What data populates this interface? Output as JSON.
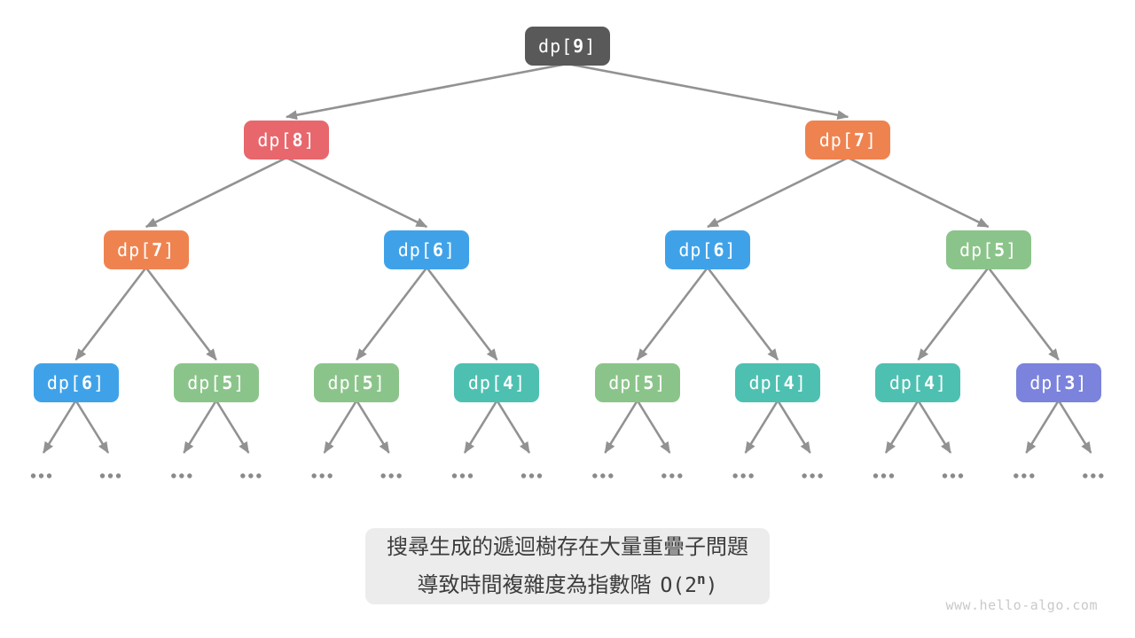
{
  "diagram_title": "recursion-tree-of-dp-subproblems",
  "colors": {
    "dark": "#595959",
    "red": "#E7676D",
    "orange": "#EF8350",
    "blue": "#3FA2E9",
    "green": "#8BC48A",
    "teal": "#4EC0B1",
    "purple": "#7B83DC",
    "edge": "#929292",
    "dot": "#8A8A8A",
    "node_text": "#FFFFFF",
    "caption_bg": "#ECECEC",
    "caption_text": "#3C3C3C",
    "watermark_text": "#C9C9C9"
  },
  "tree": {
    "levels": [
      [
        {
          "label": "dp[9]",
          "color": "dark"
        }
      ],
      [
        {
          "label": "dp[8]",
          "color": "red"
        },
        {
          "label": "dp[7]",
          "color": "orange"
        }
      ],
      [
        {
          "label": "dp[7]",
          "color": "orange"
        },
        {
          "label": "dp[6]",
          "color": "blue"
        },
        {
          "label": "dp[6]",
          "color": "blue"
        },
        {
          "label": "dp[5]",
          "color": "green"
        }
      ],
      [
        {
          "label": "dp[6]",
          "color": "blue"
        },
        {
          "label": "dp[5]",
          "color": "green"
        },
        {
          "label": "dp[5]",
          "color": "green"
        },
        {
          "label": "dp[4]",
          "color": "teal"
        },
        {
          "label": "dp[5]",
          "color": "green"
        },
        {
          "label": "dp[4]",
          "color": "teal"
        },
        {
          "label": "dp[4]",
          "color": "teal"
        },
        {
          "label": "dp[3]",
          "color": "purple"
        }
      ]
    ],
    "ellipsis": "..."
  },
  "caption": {
    "line1": "搜尋生成的遞迴樹存在大量重疊子問題",
    "line2": {
      "text": "導致時間複雜度為指數階",
      "formula_prefix": "O(2",
      "formula_sup": "n",
      "formula_suffix": ")"
    }
  },
  "watermark": {
    "text": "www.hello-algo.com"
  }
}
